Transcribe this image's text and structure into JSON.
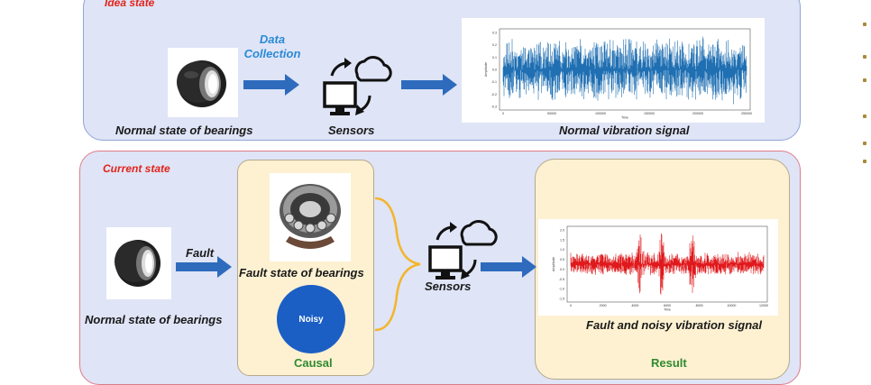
{
  "top": {
    "title": "Idea state",
    "data_collection": "Data\nCollection",
    "bearing_caption": "Normal  state of bearings",
    "sensors_caption": "Sensors",
    "signal_caption": "Normal vibration signal",
    "plot": {
      "ylabel": "Amplitude",
      "xlabel": "Time",
      "yticks": [
        "0.3",
        "0.2",
        "0.1",
        "0.0",
        "-0.1",
        "-0.2",
        "-0.3"
      ],
      "xticks": [
        "0",
        "50000",
        "100000",
        "150000",
        "200000",
        "250000"
      ],
      "color": "#1f6fb2"
    }
  },
  "bottom": {
    "title": "Current state",
    "fault_label": "Fault",
    "bearing_caption": "Normal  state of bearings",
    "fault_bearing_caption": "Fault  state of bearings",
    "noisy_label": "Noisy",
    "causal_label": "Causal",
    "sensors_caption": "Sensors",
    "signal_caption": "Fault and noisy vibration signal",
    "result_label": "Result",
    "plot": {
      "ylabel": "Amplitude",
      "xlabel": "Time",
      "yticks": [
        "2.0",
        "1.5",
        "1.0",
        "0.5",
        "0.0",
        "-0.5",
        "-1.0",
        "-1.5"
      ],
      "xticks": [
        "0",
        "2000",
        "4000",
        "6000",
        "8000",
        "10000",
        "12000"
      ],
      "color": "#e0191c"
    }
  },
  "colors": {
    "arrow": "#2e6bbd",
    "panel_bg": "#dfe4f6",
    "box_bg": "#fdf1d2",
    "brace": "#f3b52a"
  },
  "icons": [
    "bearing-icon",
    "fault-bearing-icon",
    "computer-icon",
    "cloud-sync-icon"
  ]
}
